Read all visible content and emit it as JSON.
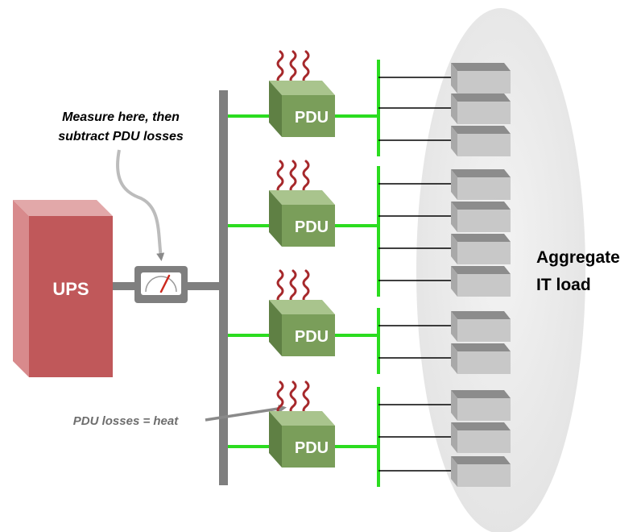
{
  "labels": {
    "measure_line1": "Measure here, then",
    "measure_line2": "subtract PDU losses",
    "ups": "UPS",
    "pdu": "PDU",
    "aggregate_line1": "Aggregate",
    "aggregate_line2": "IT load",
    "pdu_losses": "PDU losses = heat"
  },
  "pdu_groups": [
    {
      "label": "PDU",
      "server_count": 3
    },
    {
      "label": "PDU",
      "server_count": 4
    },
    {
      "label": "PDU",
      "server_count": 2
    },
    {
      "label": "PDU",
      "server_count": 3
    }
  ],
  "colors": {
    "ups_front": "#c0585a",
    "ups_side": "#d88a8c",
    "ups_top": "#e2a8a9",
    "pdu_front": "#7a9e5a",
    "pdu_top": "#a9c48d",
    "pdu_side": "#5f8044",
    "green_line": "#2bdc1f",
    "bus": "#7f7f7f",
    "heat": "#a6282b",
    "server_front": "#c8c8c8",
    "server_top": "#8c8c8c",
    "ellipse": "#ececec",
    "annotation": "#6e6e6e"
  }
}
